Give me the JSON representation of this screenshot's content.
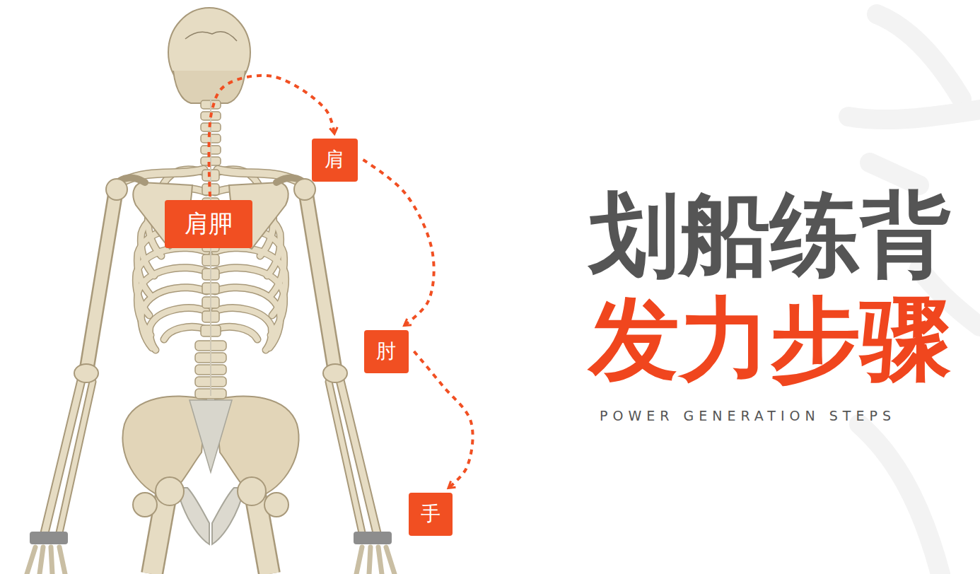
{
  "diagram": {
    "title": "划船练背",
    "nodes": [
      {
        "text": [
          "肩胛"
        ]
      },
      {
        "text": [
          "肩"
        ]
      },
      {
        "text": [
          "肘"
        ]
      },
      {
        "text": [
          "手"
        ]
      }
    ],
    "edges": [
      {
        "from": 0,
        "to": 1,
        "arrow": "to"
      },
      {
        "from": 1,
        "to": 2,
        "arrow": "to"
      },
      {
        "from": 2,
        "to": 3,
        "arrow": "to"
      }
    ],
    "labels": [
      "发力步骤",
      "POWER GENERATION STEPS"
    ]
  }
}
